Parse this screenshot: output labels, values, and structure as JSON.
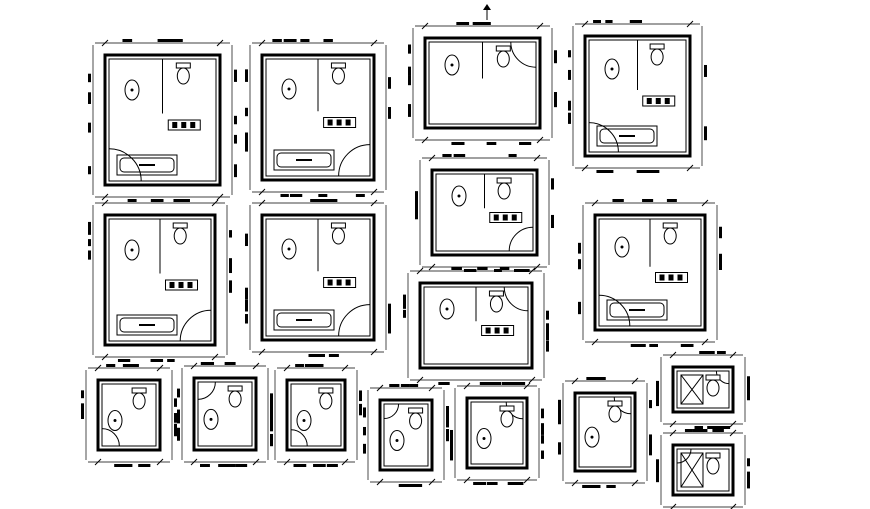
{
  "drawing": {
    "background": "#ffffff",
    "line_color": "#000000",
    "plans": [
      {
        "id": "p1",
        "door": "bl",
        "fixtures": [
          "wc",
          "basin",
          "counter",
          "bath"
        ]
      },
      {
        "id": "p2",
        "door": "br",
        "fixtures": [
          "wc",
          "basin",
          "counter",
          "bath"
        ]
      },
      {
        "id": "p3",
        "door": "tr",
        "fixtures": [
          "wc",
          "basin"
        ]
      },
      {
        "id": "p4",
        "door": "bl",
        "fixtures": [
          "wc",
          "bath",
          "basin",
          "counter"
        ]
      },
      {
        "id": "p5",
        "door": "br",
        "fixtures": [
          "wc",
          "basin",
          "counter",
          "bath"
        ]
      },
      {
        "id": "p6",
        "door": "br",
        "fixtures": [
          "bath",
          "wc",
          "basin",
          "counter"
        ]
      },
      {
        "id": "p7",
        "door": "br",
        "fixtures": [
          "wc",
          "basin",
          "counter"
        ]
      },
      {
        "id": "p8",
        "door": "bl",
        "fixtures": [
          "basin",
          "wc",
          "counter",
          "bath"
        ]
      },
      {
        "id": "p9",
        "door": "tr",
        "fixtures": [
          "wc",
          "basin",
          "counter"
        ]
      },
      {
        "id": "s1",
        "door": "bl",
        "fixtures": [
          "wc",
          "basin"
        ]
      },
      {
        "id": "s2",
        "door": "tl",
        "fixtures": [
          "wc",
          "basin"
        ]
      },
      {
        "id": "s3",
        "door": "bl",
        "fixtures": [
          "wc",
          "basin"
        ]
      },
      {
        "id": "s4",
        "door": "tl",
        "fixtures": [
          "wc",
          "basin"
        ]
      },
      {
        "id": "s5",
        "door": "tr",
        "fixtures": [
          "wc",
          "basin"
        ]
      },
      {
        "id": "s6",
        "door": "tr",
        "fixtures": [
          "wc",
          "basin"
        ]
      },
      {
        "id": "s7",
        "door": "tr",
        "fixtures": [
          "shower",
          "wc"
        ]
      },
      {
        "id": "s8",
        "door": "tl",
        "fixtures": [
          "shower",
          "wc"
        ]
      }
    ]
  }
}
